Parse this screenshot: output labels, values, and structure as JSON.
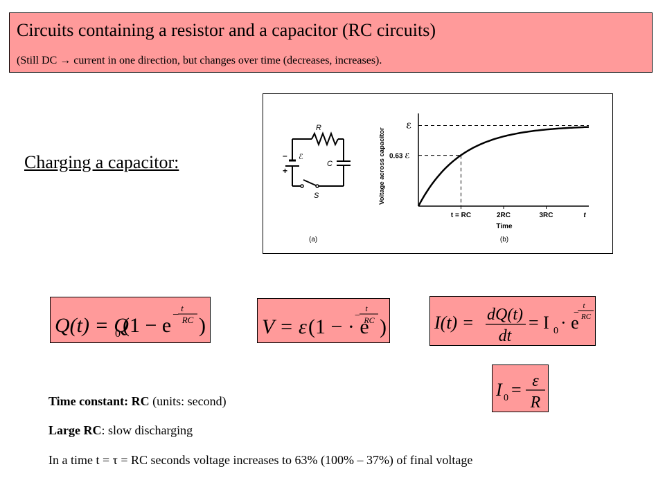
{
  "header": {
    "title": "Circuits containing a resistor and a capacitor (RC circuits)",
    "subtitle": "(Still DC → current in one direction, but changes over time (decreases, increases)."
  },
  "section_heading": "Charging a capacitor:",
  "figure": {
    "circuit": {
      "resistor_label": "R",
      "capacitor_label": "C",
      "emf_label": "ℰ",
      "switch_label": "S",
      "minus": "–",
      "plus": "+",
      "panel_label": "(a)"
    },
    "graph": {
      "ylabel": "Voltage across capacitor",
      "ytick_full": "ℰ",
      "ytick_063": "0.63 ℰ",
      "xticks": [
        "t = RC",
        "2RC",
        "3RC",
        "t"
      ],
      "xlabel": "Time",
      "panel_label": "(b)"
    },
    "chart_data": {
      "type": "line",
      "x": [
        0,
        0.5,
        1,
        1.5,
        2,
        2.5,
        3,
        3.5,
        4
      ],
      "values": [
        0,
        0.39,
        0.63,
        0.78,
        0.86,
        0.92,
        0.95,
        0.97,
        0.98
      ],
      "xlabel": "Time",
      "ylabel": "Voltage across capacitor",
      "xlim": [
        0,
        4
      ],
      "ylim": [
        0,
        1.15
      ],
      "grid": false
    }
  },
  "equations": {
    "eq_charge": {
      "lhs": "Q(t) = Q",
      "sub": "0",
      "mid": "(1 − e",
      "exp_num": "t",
      "exp_den": "RC",
      "exp_sign": "−",
      "close": ")"
    },
    "eq_voltage": {
      "lhs": "V = ε",
      "mid": "(1 − · e",
      "exp_num": "t",
      "exp_den": "RC",
      "exp_sign": "−",
      "close": ")"
    },
    "eq_current": {
      "lhs": "I(t) =",
      "frac_num": "dQ(t)",
      "frac_den": "dt",
      "eqsign": "= I",
      "sub": "0",
      "dot": "· e",
      "exp_num": "t",
      "exp_den": "RC",
      "exp_sign": "−"
    },
    "eq_i0": {
      "lhs": "I",
      "sub": "0",
      "eqsign": "=",
      "num": "ε",
      "den": "R"
    }
  },
  "notes": {
    "line1_bold": "Time constant: RC",
    "line1_rest": " (units: second)",
    "line2_bold": "Large RC",
    "line2_rest": ": slow discharging",
    "line3": "In a time t = τ = RC seconds voltage increases to 63% (100% – 37%) of final voltage"
  }
}
